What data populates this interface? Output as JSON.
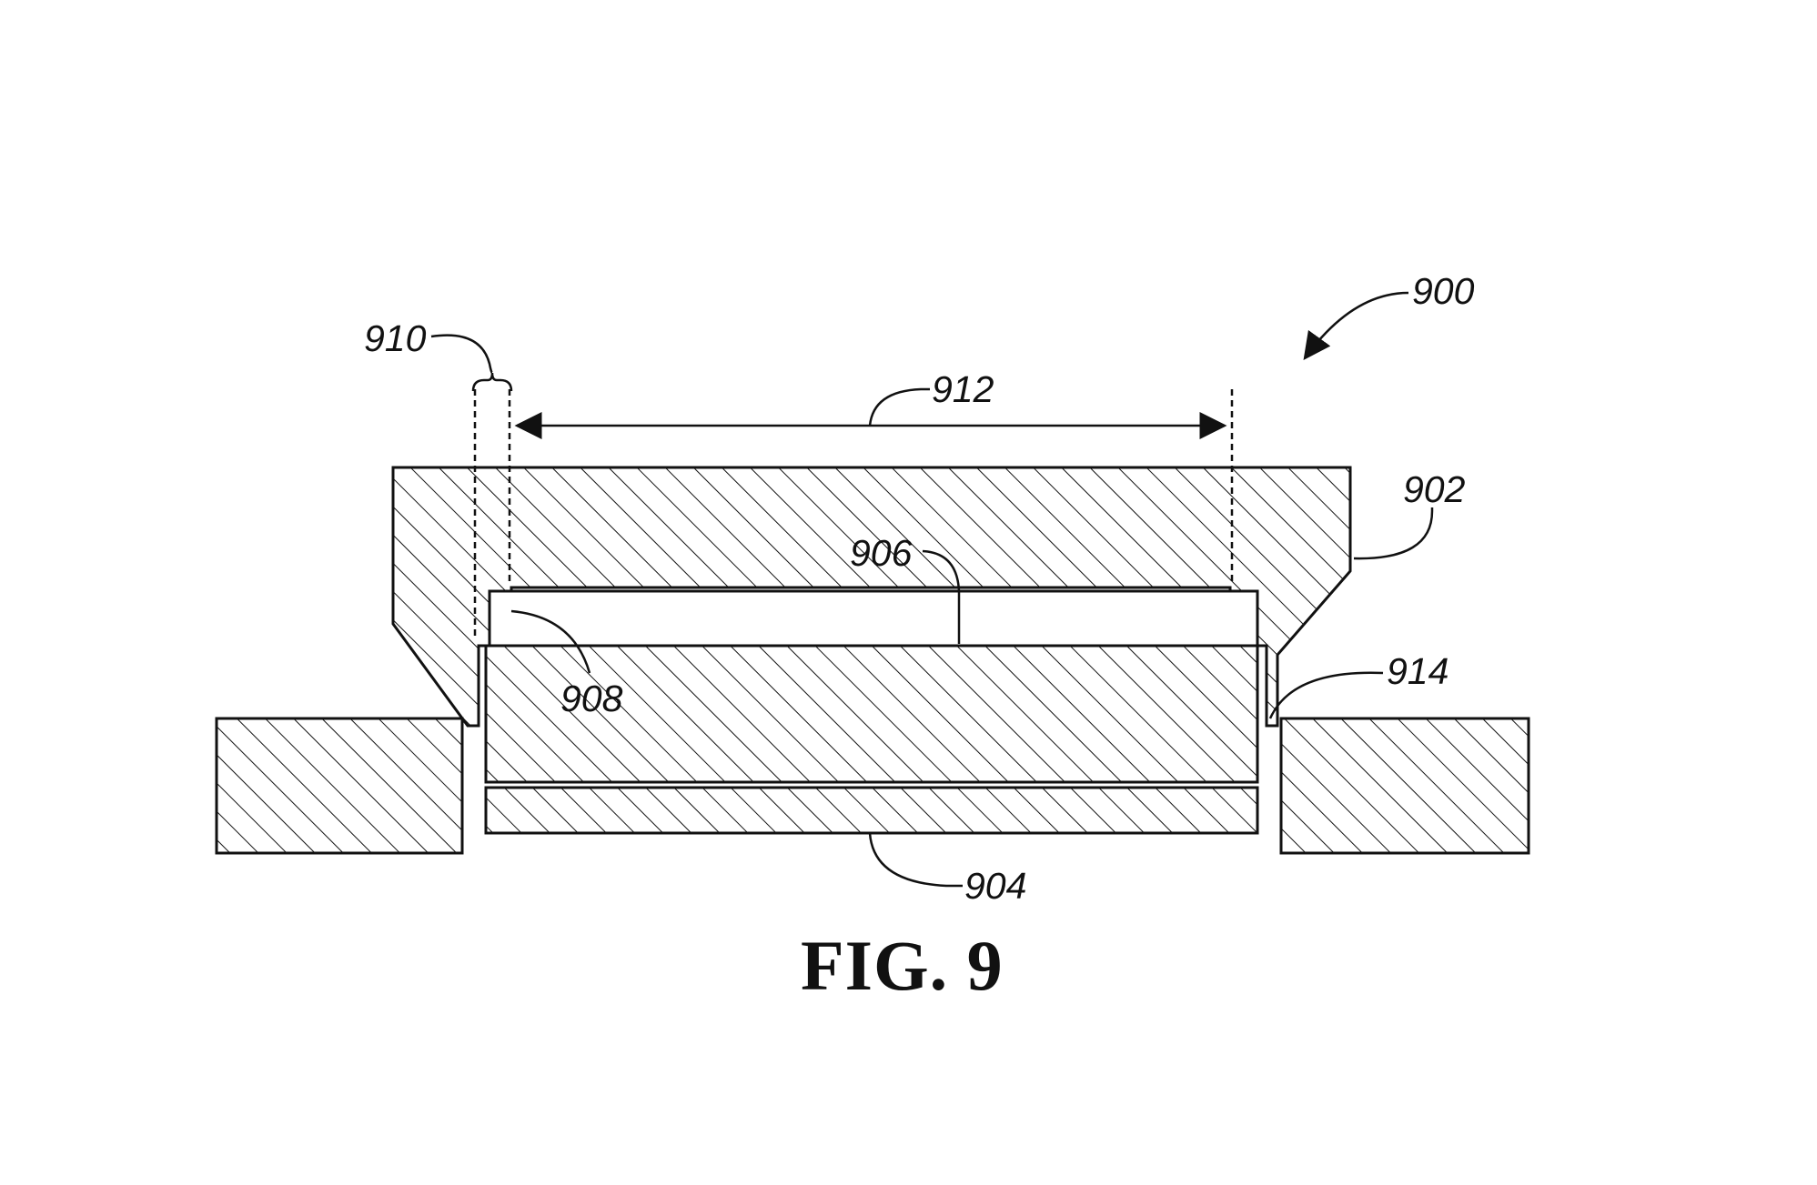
{
  "figure": {
    "caption": "FIG. 9",
    "reference_numerals": {
      "assembly": "900",
      "upper_member": "902",
      "lower_strip": "904",
      "recess_surface": "906",
      "step_corner": "908",
      "gap_width": "910",
      "span_width": "912",
      "tapered_edge": "914"
    }
  }
}
